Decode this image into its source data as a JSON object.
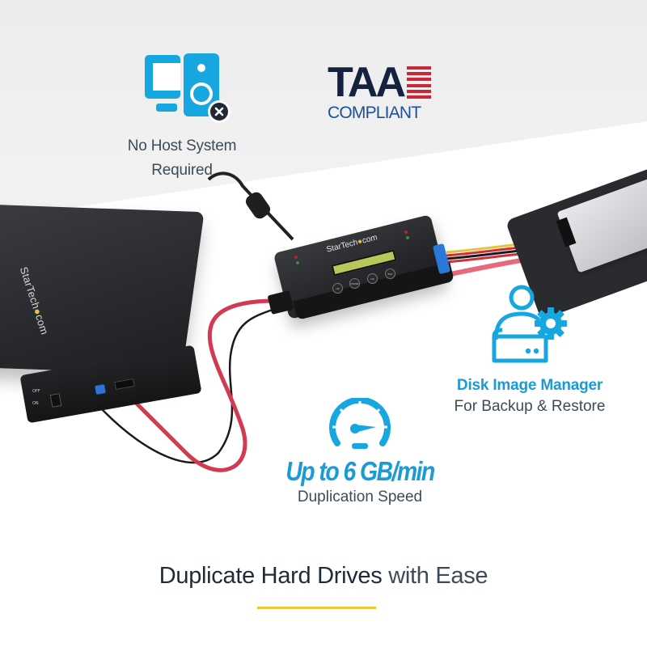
{
  "features": {
    "no_host": {
      "icon": "computer-x-icon",
      "line1": "No Host System",
      "line2": "Required"
    },
    "taa": {
      "letters": "TAA",
      "sub": "COMPLIANT",
      "icon": "flag-stripes-icon"
    },
    "disk_image": {
      "icon": "user-drive-gear-icon",
      "title": "Disk Image Manager",
      "sub": "For Backup & Restore"
    },
    "speed": {
      "icon": "speedometer-icon",
      "title": "Up to 6 GB/min",
      "sub": "Duplication Speed"
    }
  },
  "products": {
    "enclosure": {
      "brand": "StarTech",
      "brand_dot": "●",
      "brand_suffix": "com",
      "switch_off": "OFF",
      "switch_on": "ON"
    },
    "duplicator": {
      "brand": "StarTech",
      "brand_dot": "●",
      "brand_suffix": "com",
      "buttons": [
        "UP",
        "DOWN",
        "OK",
        "ESC"
      ]
    }
  },
  "headline": {
    "bold": "Duplicate Hard Drives",
    "light": " with Ease"
  },
  "colors": {
    "accent_blue": "#1a9ad6",
    "icon_blue": "#16a6e0",
    "text_dark": "#1e2b38",
    "text_grey": "#3d4b59",
    "taa_navy": "#14213f",
    "taa_red": "#c8283a",
    "taa_blue": "#1f4f96",
    "rule_yellow": "#f0c43e",
    "x_badge": "#1f2a36"
  }
}
